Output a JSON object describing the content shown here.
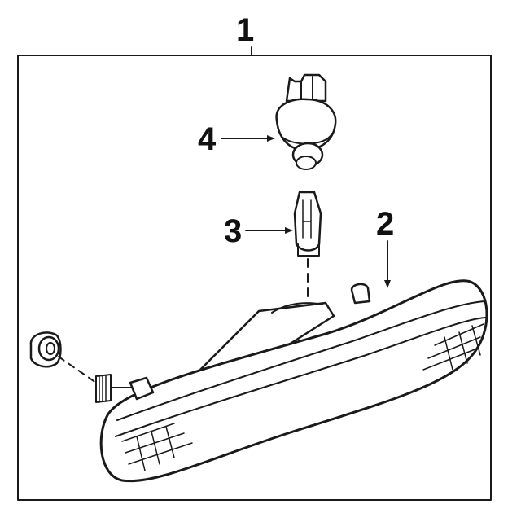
{
  "callouts": {
    "assembly": "1",
    "lens_housing": "2",
    "bulb": "3",
    "socket": "4"
  },
  "colors": {
    "line": "#1a1a1a",
    "background": "#ffffff"
  }
}
